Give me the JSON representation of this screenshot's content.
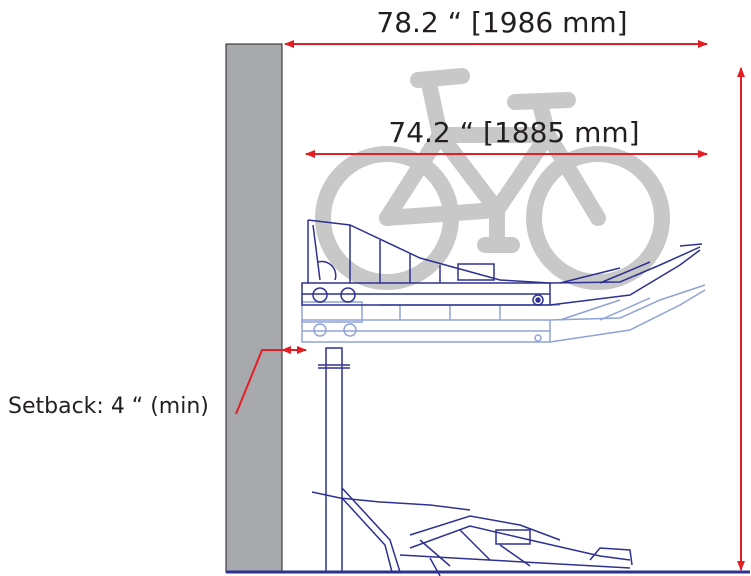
{
  "dimensions": {
    "overall_width_label": "78.2 “ [1986 mm]",
    "inner_width_label": "74.2 “ [1885 mm]",
    "setback_label": "Setback: 4 “ (min)"
  },
  "colors": {
    "wall": "#a7a9ac",
    "dimension_red": "#e31e24",
    "rack_dark_blue": "#2e3192",
    "rack_light_blue": "#8fa3d8",
    "bike_gray": "#c8c8c8",
    "text": "#231f20"
  }
}
